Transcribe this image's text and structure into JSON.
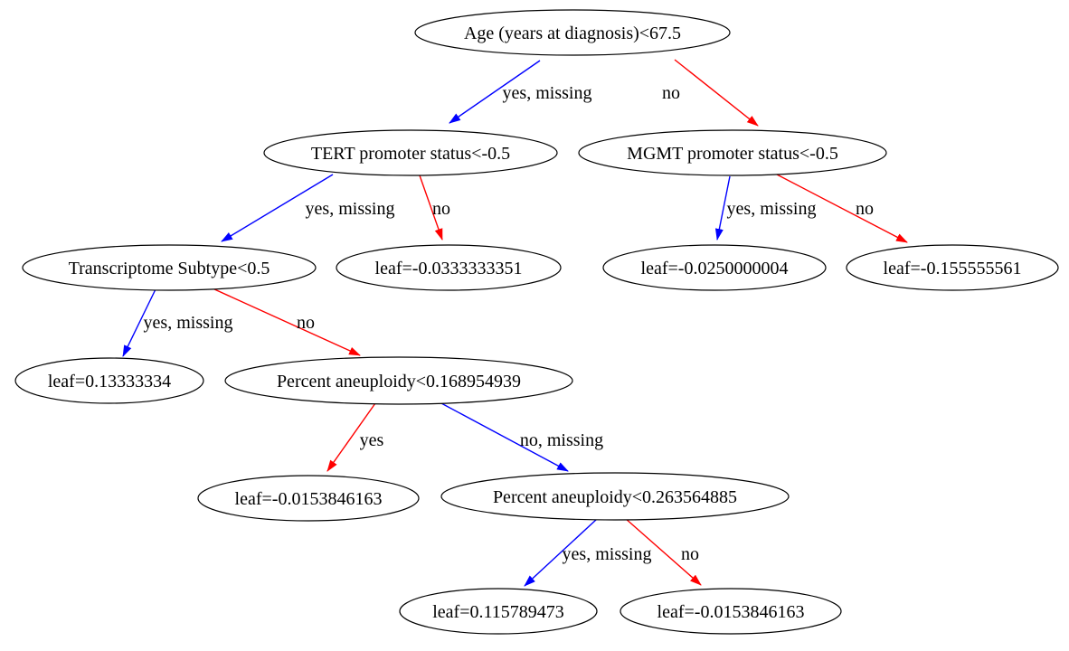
{
  "diagram": {
    "type": "decision-tree",
    "background": "#ffffff",
    "colors": {
      "yes_missing_branch": "#0000ff",
      "no_branch": "#ff0000",
      "node_outline": "#000000",
      "text": "#000000"
    },
    "nodes": [
      {
        "id": "root",
        "label": "Age (years at diagnosis)<67.5"
      },
      {
        "id": "tert-promoter",
        "label": "TERT promoter status<-0.5"
      },
      {
        "id": "mgmt-promoter",
        "label": "MGMT promoter status<-0.5"
      },
      {
        "id": "transcriptome-subtype",
        "label": "Transcriptome Subtype<0.5"
      },
      {
        "id": "leaf-tert-no",
        "label": "leaf=-0.0333333351"
      },
      {
        "id": "leaf-mgmt-yes",
        "label": "leaf=-0.0250000004"
      },
      {
        "id": "leaf-mgmt-no",
        "label": "leaf=-0.155555561"
      },
      {
        "id": "leaf-subtype-yes",
        "label": "leaf=0.13333334"
      },
      {
        "id": "aneuploidy-1",
        "label": "Percent aneuploidy<0.168954939"
      },
      {
        "id": "leaf-aneuploidy1-yes",
        "label": "leaf=-0.0153846163"
      },
      {
        "id": "aneuploidy-2",
        "label": "Percent aneuploidy<0.263564885"
      },
      {
        "id": "leaf-aneuploidy2-yes",
        "label": "leaf=0.115789473"
      },
      {
        "id": "leaf-aneuploidy2-no",
        "label": "leaf=-0.0153846163"
      }
    ],
    "edges": [
      {
        "from": "root",
        "to": "tert-promoter",
        "label": "yes, missing",
        "color": "#0000ff"
      },
      {
        "from": "root",
        "to": "mgmt-promoter",
        "label": "no",
        "color": "#ff0000"
      },
      {
        "from": "tert-promoter",
        "to": "transcriptome-subtype",
        "label": "yes, missing",
        "color": "#0000ff"
      },
      {
        "from": "tert-promoter",
        "to": "leaf-tert-no",
        "label": "no",
        "color": "#ff0000"
      },
      {
        "from": "mgmt-promoter",
        "to": "leaf-mgmt-yes",
        "label": "yes, missing",
        "color": "#0000ff"
      },
      {
        "from": "mgmt-promoter",
        "to": "leaf-mgmt-no",
        "label": "no",
        "color": "#ff0000"
      },
      {
        "from": "transcriptome-subtype",
        "to": "leaf-subtype-yes",
        "label": "yes, missing",
        "color": "#0000ff"
      },
      {
        "from": "transcriptome-subtype",
        "to": "aneuploidy-1",
        "label": "no",
        "color": "#ff0000"
      },
      {
        "from": "aneuploidy-1",
        "to": "leaf-aneuploidy1-yes",
        "label": "yes",
        "color": "#ff0000"
      },
      {
        "from": "aneuploidy-1",
        "to": "aneuploidy-2",
        "label": "no, missing",
        "color": "#0000ff"
      },
      {
        "from": "aneuploidy-2",
        "to": "leaf-aneuploidy2-yes",
        "label": "yes, missing",
        "color": "#0000ff"
      },
      {
        "from": "aneuploidy-2",
        "to": "leaf-aneuploidy2-no",
        "label": "no",
        "color": "#ff0000"
      }
    ]
  }
}
